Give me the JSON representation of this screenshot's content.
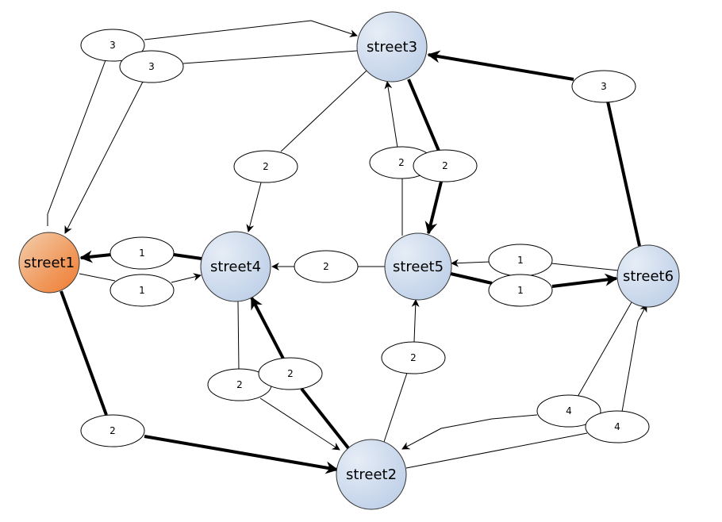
{
  "diagram": {
    "type": "directed-weighted-graph",
    "highlight_color": "#f08040",
    "node_color": "#c8d7ea",
    "nodes": [
      {
        "id": "street1",
        "label": "street1",
        "highlighted": true
      },
      {
        "id": "street2",
        "label": "street2",
        "highlighted": false
      },
      {
        "id": "street3",
        "label": "street3",
        "highlighted": false
      },
      {
        "id": "street4",
        "label": "street4",
        "highlighted": false
      },
      {
        "id": "street5",
        "label": "street5",
        "highlighted": false
      },
      {
        "id": "street6",
        "label": "street6",
        "highlighted": false
      }
    ],
    "edges": [
      {
        "from": "street1",
        "to": "street3",
        "weight": "3",
        "bold": false
      },
      {
        "from": "street3",
        "to": "street1",
        "weight": "3",
        "bold": false
      },
      {
        "from": "street3",
        "to": "street4",
        "weight": "2",
        "bold": false
      },
      {
        "from": "street5",
        "to": "street3",
        "weight": "2",
        "bold": false
      },
      {
        "from": "street3",
        "to": "street5",
        "weight": "2",
        "bold": true
      },
      {
        "from": "street6",
        "to": "street3",
        "weight": "3",
        "bold": true
      },
      {
        "from": "street4",
        "to": "street1",
        "weight": "1",
        "bold": true
      },
      {
        "from": "street1",
        "to": "street4",
        "weight": "1",
        "bold": false
      },
      {
        "from": "street5",
        "to": "street4",
        "weight": "2",
        "bold": false
      },
      {
        "from": "street6",
        "to": "street5",
        "weight": "1",
        "bold": false
      },
      {
        "from": "street5",
        "to": "street6",
        "weight": "1",
        "bold": true
      },
      {
        "from": "street4",
        "to": "street2",
        "weight": "2",
        "bold": false
      },
      {
        "from": "street2",
        "to": "street4",
        "weight": "2",
        "bold": true
      },
      {
        "from": "street1",
        "to": "street2",
        "weight": "2",
        "bold": true
      },
      {
        "from": "street2",
        "to": "street5",
        "weight": "2",
        "bold": false
      },
      {
        "from": "street6",
        "to": "street2",
        "weight": "4",
        "bold": false
      },
      {
        "from": "street2",
        "to": "street6",
        "weight": "4",
        "bold": false
      }
    ]
  }
}
